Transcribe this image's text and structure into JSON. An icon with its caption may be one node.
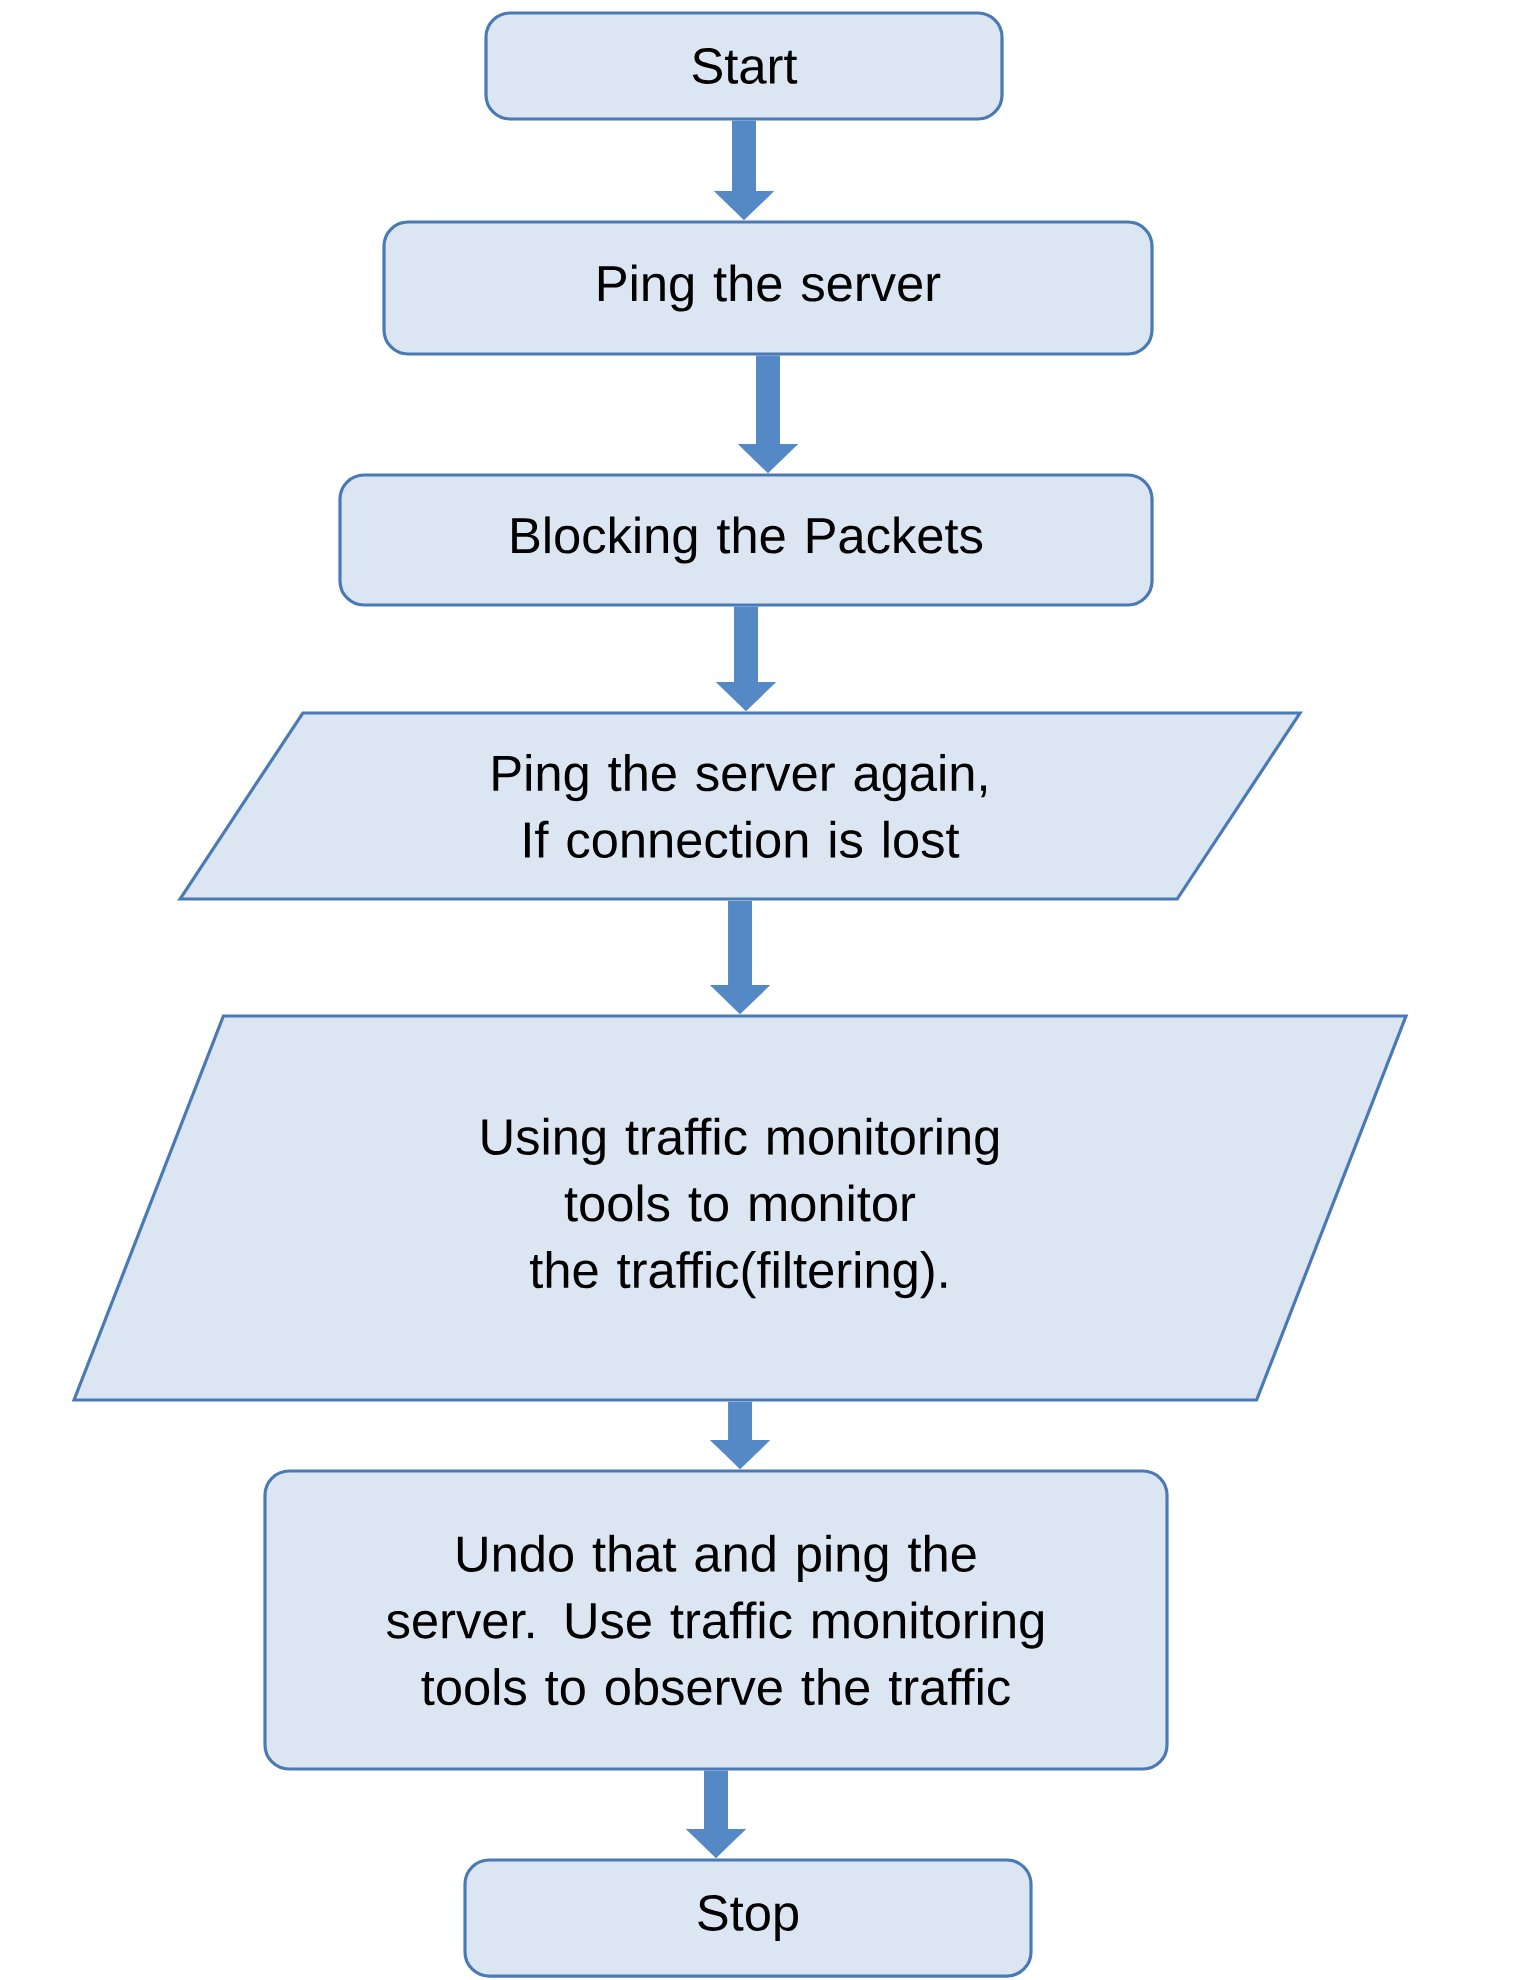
{
  "diagram": {
    "nodes": [
      {
        "text": [
          "Start"
        ]
      },
      {
        "text": [
          "Ping the server"
        ]
      },
      {
        "text": [
          "Blocking the Packets"
        ]
      },
      {
        "text": [
          "Ping the server again, If connection is lost"
        ]
      },
      {
        "text": [
          "Using traffic monitoring tools to monitor the traffic(filtering)."
        ]
      },
      {
        "text": [
          "Undo that and ping the server. Use traffic monitoring tools to observe the traffic"
        ]
      },
      {
        "text": [
          "Stop"
        ]
      }
    ],
    "edges": [
      {
        "from": 0,
        "to": 1,
        "arrow": "to"
      },
      {
        "from": 1,
        "to": 2,
        "arrow": "to"
      },
      {
        "from": 2,
        "to": 3,
        "arrow": "to"
      },
      {
        "from": 3,
        "to": 4,
        "arrow": "to"
      },
      {
        "from": 4,
        "to": 5,
        "arrow": "to"
      },
      {
        "from": 5,
        "to": 6,
        "arrow": "to"
      }
    ]
  }
}
